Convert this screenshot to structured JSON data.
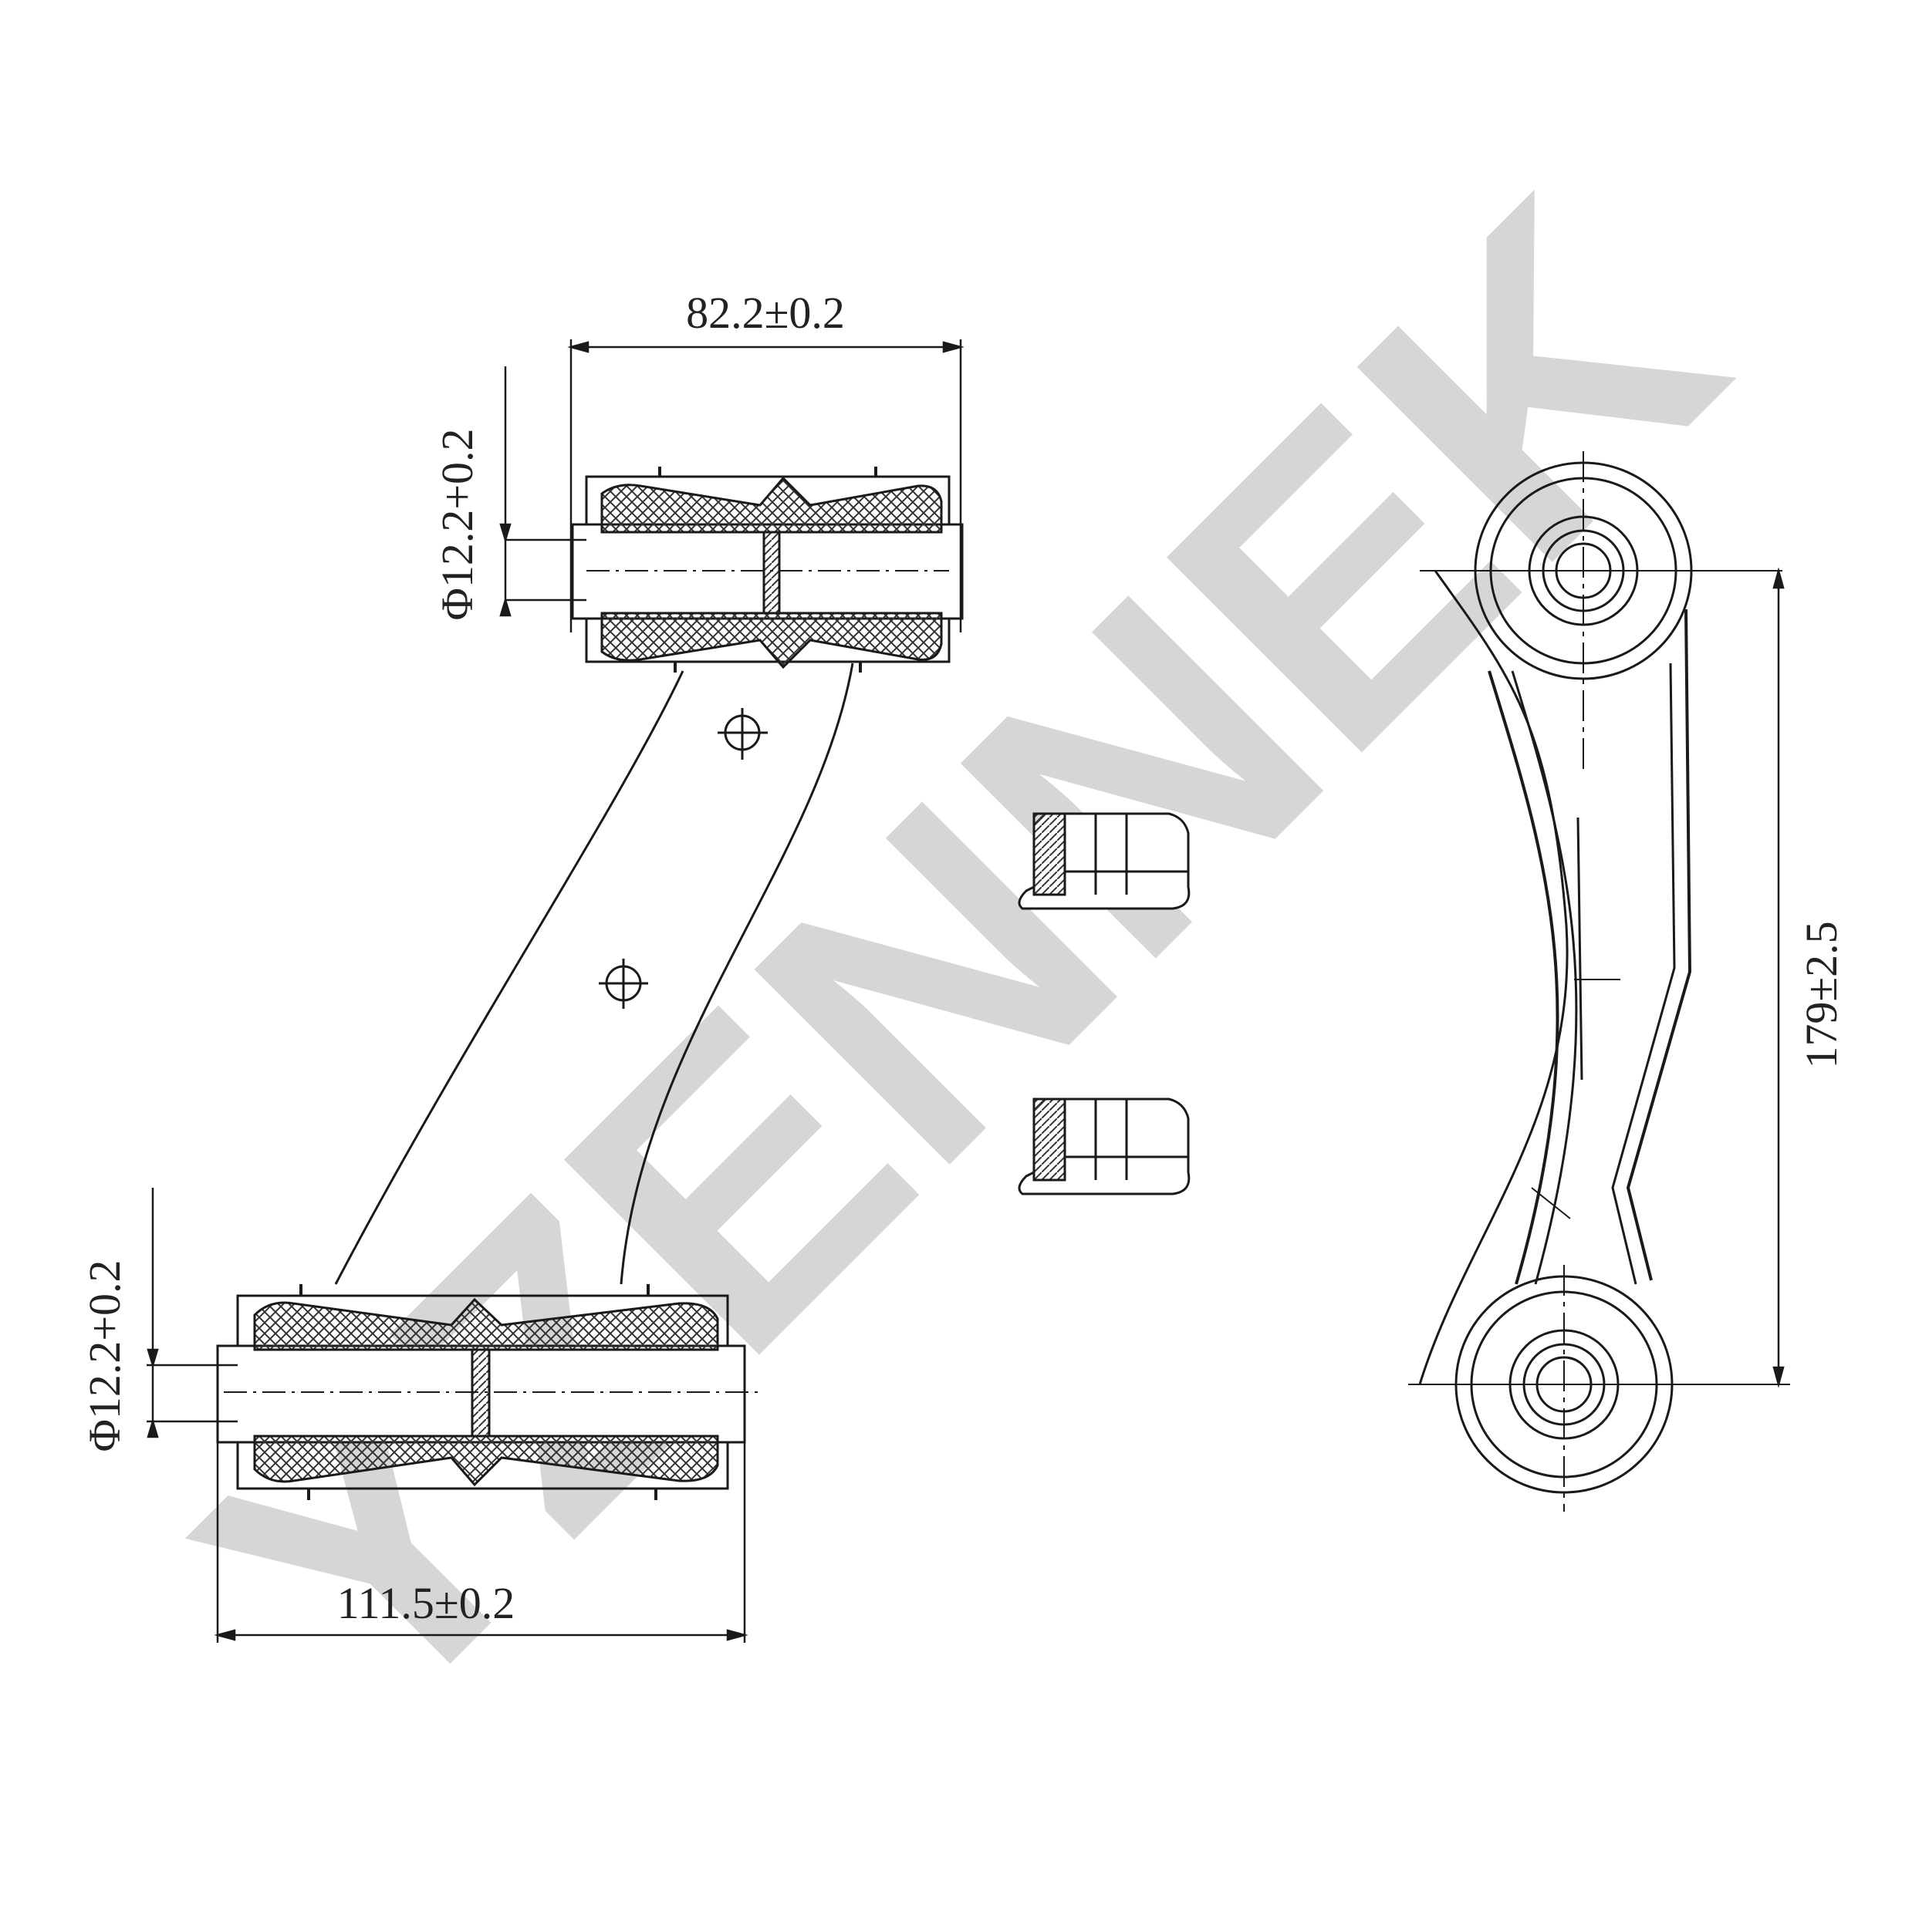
{
  "watermark": {
    "text": "YZENNEK",
    "color": "#d6d6d6"
  },
  "dimensions": {
    "upper_bushing_length": "82.2±0.2",
    "upper_bushing_bore": "Φ12.2+0.2",
    "lower_bushing_bore": "Φ12.2+0.2",
    "lower_bushing_length": "111.5±0.2",
    "center_distance": "179±2.5"
  },
  "colors": {
    "line": "#1a1a1a",
    "watermark": "#d6d6d6"
  }
}
